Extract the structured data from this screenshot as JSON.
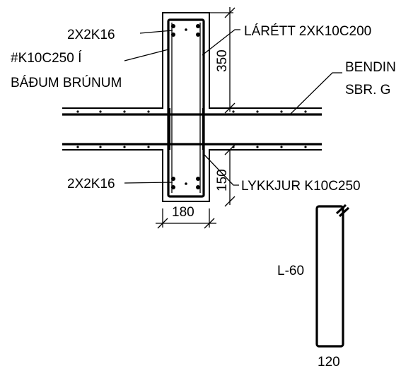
{
  "labels": {
    "top_bars": "2X2K16",
    "mesh_line1": "#K10C250 Í",
    "mesh_line2": "BÁÐUM BRÚNUM",
    "horizontal_bars": "LÁRÉTT 2XK10C200",
    "bending_line1": "BENDIN",
    "bending_line2": "SBR. G",
    "bottom_bars": "2X2K16",
    "stirrups": "LYKKJUR K10C250",
    "shape_length": "L-60"
  },
  "dimensions": {
    "top_height": "350",
    "bottom_height": "150",
    "wall_width": "180",
    "shape_width": "120"
  },
  "colors": {
    "ink": "#000000",
    "paper": "#ffffff"
  }
}
